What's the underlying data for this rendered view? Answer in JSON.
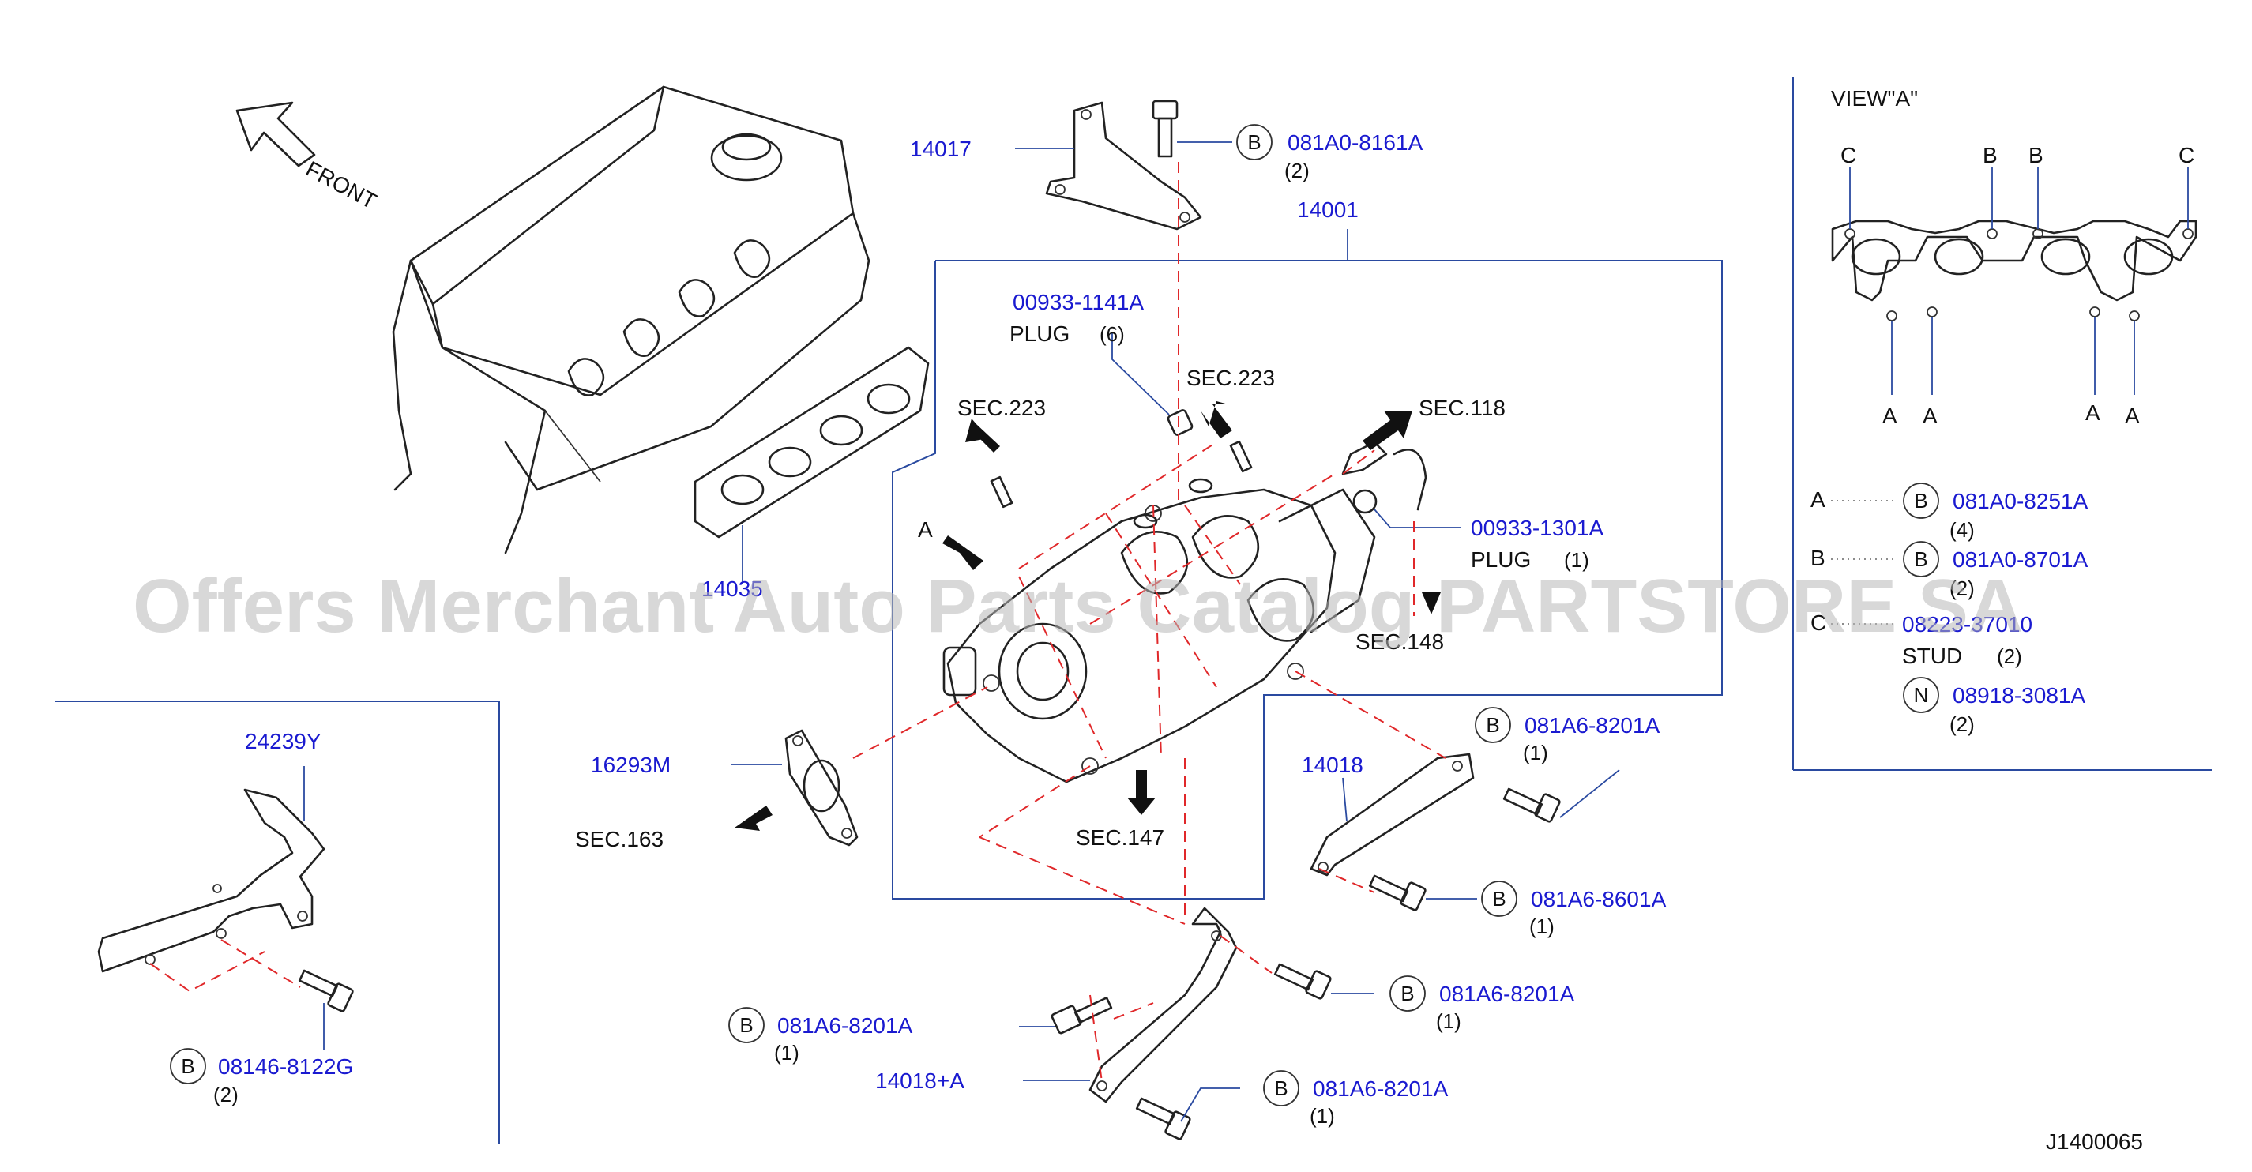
{
  "direction_label": "FRONT",
  "view_title": "VIEW\"A\"",
  "diagram_code": "J1400065",
  "watermark": "Offers Merchant Auto Parts Catalog PARTSTORE SA",
  "callouts": {
    "p14017": "14017",
    "p14001": "14001",
    "p14035": "14035",
    "p24239y": "24239Y",
    "p16293m": "16293M",
    "p14018": "14018",
    "p14018a": "14018+A",
    "plug1_pn": "00933-1141A",
    "plug1_name": "PLUG",
    "plug1_qty": "(6)",
    "plug2_pn": "00933-1301A",
    "plug2_name": "PLUG",
    "plug2_qty": "(1)",
    "bolt_top_pn": "081A0-8161A",
    "bolt_top_qty": "(2)",
    "bolt_bracket_pn": "08146-8122G",
    "bolt_bracket_qty": "(2)",
    "bolt_r1_pn": "081A6-8201A",
    "bolt_r1_qty": "(1)",
    "bolt_r2_pn": "081A6-8601A",
    "bolt_r2_qty": "(1)",
    "bolt_r3_pn": "081A6-8201A",
    "bolt_r3_qty": "(1)",
    "bolt_l_pn": "081A6-8201A",
    "bolt_l_qty": "(1)",
    "bolt_r4_pn": "081A6-8201A",
    "bolt_r4_qty": "(1)",
    "prefix_b": "B",
    "prefix_n": "N"
  },
  "section_refs": {
    "sec223_left": "SEC.223",
    "sec223_right": "SEC.223",
    "sec118": "SEC.118",
    "sec148": "SEC.148",
    "sec163": "SEC.163",
    "sec147": "SEC.147",
    "view_marker": "A"
  },
  "view_a_letters": {
    "c_left": "C",
    "b_left": "B",
    "b_right": "B",
    "c_right": "C",
    "a1": "A",
    "a2": "A",
    "a3": "A",
    "a4": "A"
  },
  "legend": [
    {
      "key": "A",
      "prefix": "B",
      "pn": "081A0-8251A",
      "name": "",
      "qty": "(4)"
    },
    {
      "key": "B",
      "prefix": "B",
      "pn": "081A0-8701A",
      "name": "",
      "qty": "(2)"
    },
    {
      "key": "C",
      "prefix": "",
      "pn": "08223-37010",
      "name": "STUD",
      "qty": "(2)"
    },
    {
      "key": "",
      "prefix": "N",
      "pn": "08918-3081A",
      "name": "",
      "qty": "(2)"
    }
  ],
  "colors": {
    "part_number": "#1a1ad0",
    "leader_line": "#2a4aa0",
    "dashed_line": "#e0282a",
    "text": "#111111"
  }
}
